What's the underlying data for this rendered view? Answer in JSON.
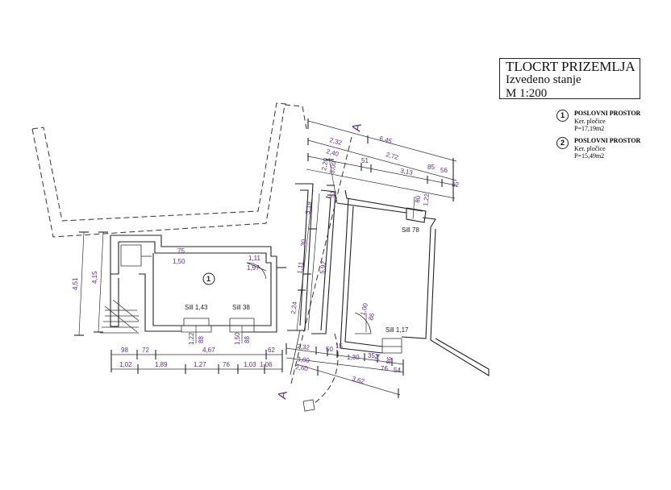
{
  "title_block": {
    "line1": "TLOCRT PRIZEMLJA",
    "line2": "Izvedeno stanje",
    "line3": "M 1:200"
  },
  "legend": [
    {
      "number": "1",
      "name": "POSLOVNI PROSTOR",
      "finish": "Ker. pločice",
      "area": "P=17,19m2"
    },
    {
      "number": "2",
      "name": "POSLOVNI PROSTOR",
      "finish": "Ker. pločice",
      "area": "P=15,49m2"
    }
  ],
  "rooms": {
    "room1": "1"
  },
  "section_marks": {
    "top": "A",
    "bottom": "A"
  },
  "sills": {
    "s1": "Sill 1,43",
    "s2": "Sill 38",
    "s3": "Sill 78",
    "s4": "Sill 1,17"
  },
  "dimensions": {
    "top_645": "6,45",
    "top_232": "2,32",
    "top_272": "2,72",
    "top_240": "2,40",
    "top_51a": "51",
    "top_313": "3,13",
    "top_85": "85",
    "top_56": "56",
    "top_42": "42",
    "v_220": "2,20",
    "v_300": "3,00",
    "v_51": "51",
    "v_319": "3,19",
    "v_592": "5,92",
    "v_130": "30",
    "v_111": "1,11",
    "v_224": "2,24",
    "w_80": "80",
    "w_122": "1,22",
    "in_75": "75",
    "in_150": "1,50",
    "in_111": "1,11",
    "in_197": "1,97",
    "l_451": "4,51",
    "l_415": "4,15",
    "sill_122": "1,22",
    "sill_88a": "88",
    "sill_150": "1,50",
    "sill_88b": "88",
    "b1_98": "98",
    "b1_72": "72",
    "b1_467": "4,67",
    "b1_62": "62",
    "b2_102": "1,02",
    "b2_189": "1,89",
    "b2_127": "1,27",
    "b2_76": "76",
    "b2_103": "1,03",
    "b2_106": "1,06",
    "bot_232": "2,32",
    "bot_300": "3,00",
    "bot_260": "2,60",
    "bot_50": "50",
    "bot_15": "15",
    "bot_130": "1,30",
    "bot_35": "35",
    "bot_74": "74",
    "bot_86": "86",
    "bot_76": "76",
    "bot_54": "54",
    "bot_362": "3,62",
    "door_100": "1,00",
    "door_86": "86"
  }
}
